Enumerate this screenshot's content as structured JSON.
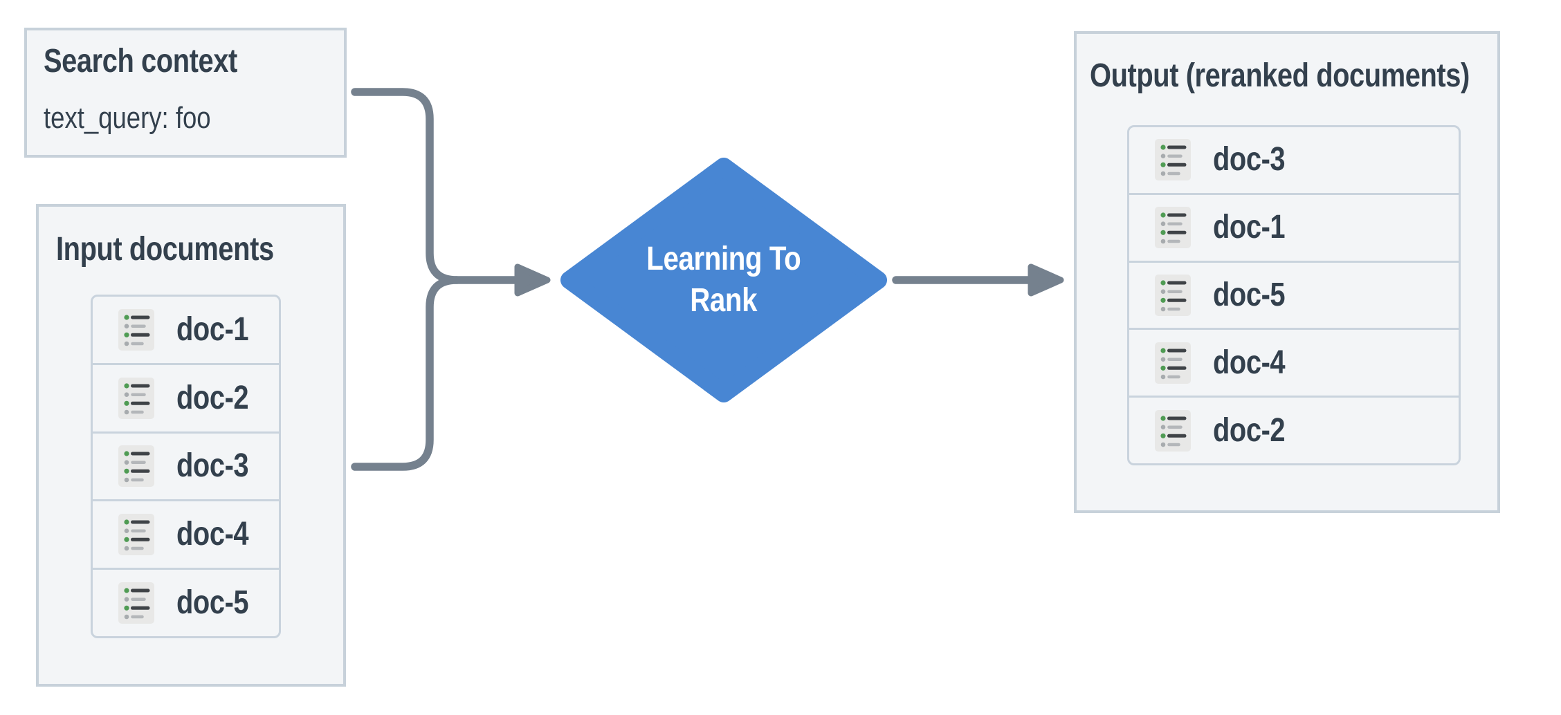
{
  "search_context": {
    "title": "Search context",
    "query": "text_query: foo"
  },
  "input_documents": {
    "title": "Input documents",
    "items": [
      "doc-1",
      "doc-2",
      "doc-3",
      "doc-4",
      "doc-5"
    ]
  },
  "process_node": {
    "label_line1": "Learning To",
    "label_line2": "Rank"
  },
  "output_documents": {
    "title": "Output (reranked documents)",
    "items": [
      "doc-3",
      "doc-1",
      "doc-5",
      "doc-4",
      "doc-2"
    ]
  },
  "icons": {
    "doc_row_icon": "list-document-icon"
  },
  "colors": {
    "panel_bg": "#f3f5f7",
    "panel_border": "#c7d1da",
    "list_border": "#c9d3dd",
    "text_dark": "#33404d",
    "diamond_blue": "#4886d3",
    "diamond_text": "#ffffff",
    "connector_gray": "#75818e",
    "icon_bg": "#e8e8e7",
    "icon_line_dark": "#3f4347",
    "icon_line_gray": "#b4b7ba",
    "icon_dot_green": "#4f9b53",
    "icon_dot_gray": "#a7abae"
  }
}
